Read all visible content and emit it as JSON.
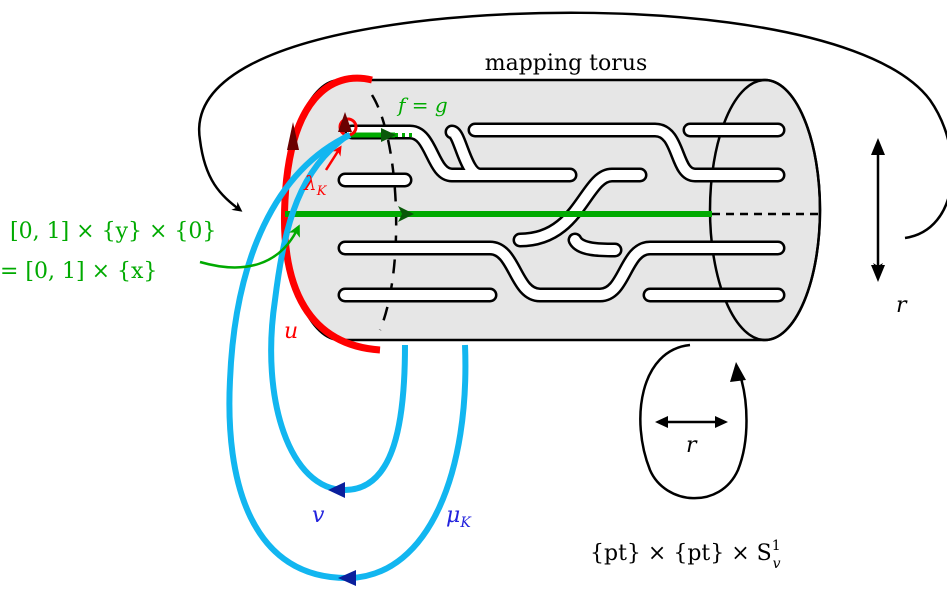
{
  "labels": {
    "title": "mapping torus",
    "fg": "f = g",
    "lambda": "λ",
    "lambda_sub": "K",
    "interval_line1": "[0, 1] × {y} × {0}",
    "interval_line2": "= [0, 1] × {x}",
    "u": "u",
    "v": "v",
    "mu": "μ",
    "mu_sub": "K",
    "r_right": "r",
    "r_bottom": "r",
    "circle_label_main": "{pt} × {pt} × S",
    "circle_label_sup": "1",
    "circle_label_sub": "v"
  },
  "colors": {
    "cylinder_fill": "#e6e6e6",
    "outline": "#000000",
    "red": "#ff0000",
    "dark_red": "#6b0000",
    "green": "#00aa00",
    "dark_green": "#0a5a0a",
    "cyan": "#12b6f0",
    "navy": "#0a1f9c",
    "blue_text": "#2222dd"
  }
}
